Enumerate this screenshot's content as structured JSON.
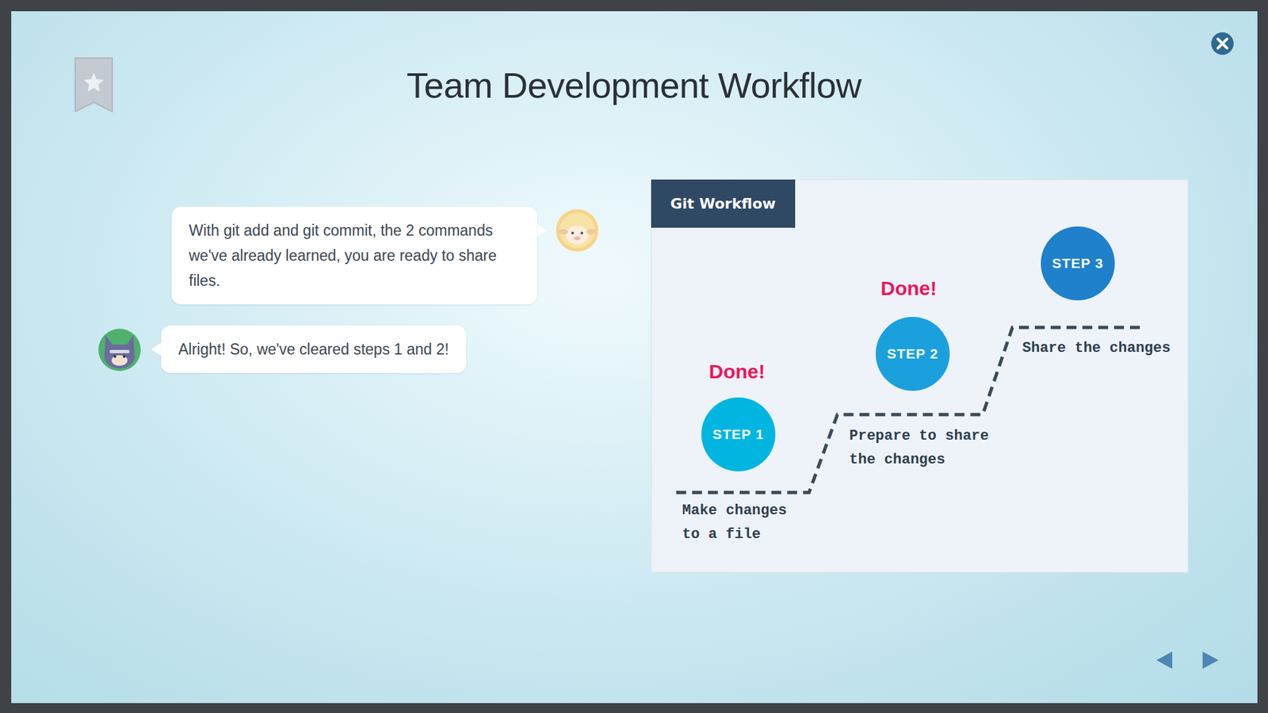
{
  "diagram": {
    "title": "Team Development Workflow",
    "nodes": [
      {
        "text": [
          "With git add and git commit, the 2 commands we've already learned, you are ready to share files."
        ]
      },
      {
        "text": [
          "Alright! So, we've cleared steps 1 and 2!"
        ]
      },
      {
        "text": [
          "Git Workflow"
        ]
      },
      {
        "text": [
          "STEP 1"
        ],
        "in": 2
      },
      {
        "text": [
          "STEP 2"
        ],
        "in": 2
      },
      {
        "text": [
          "STEP 3"
        ],
        "in": 2
      }
    ],
    "labels": [
      "Done!",
      "Done!",
      "Make changes to a file",
      "Prepare to share the changes",
      "Share the changes"
    ]
  }
}
